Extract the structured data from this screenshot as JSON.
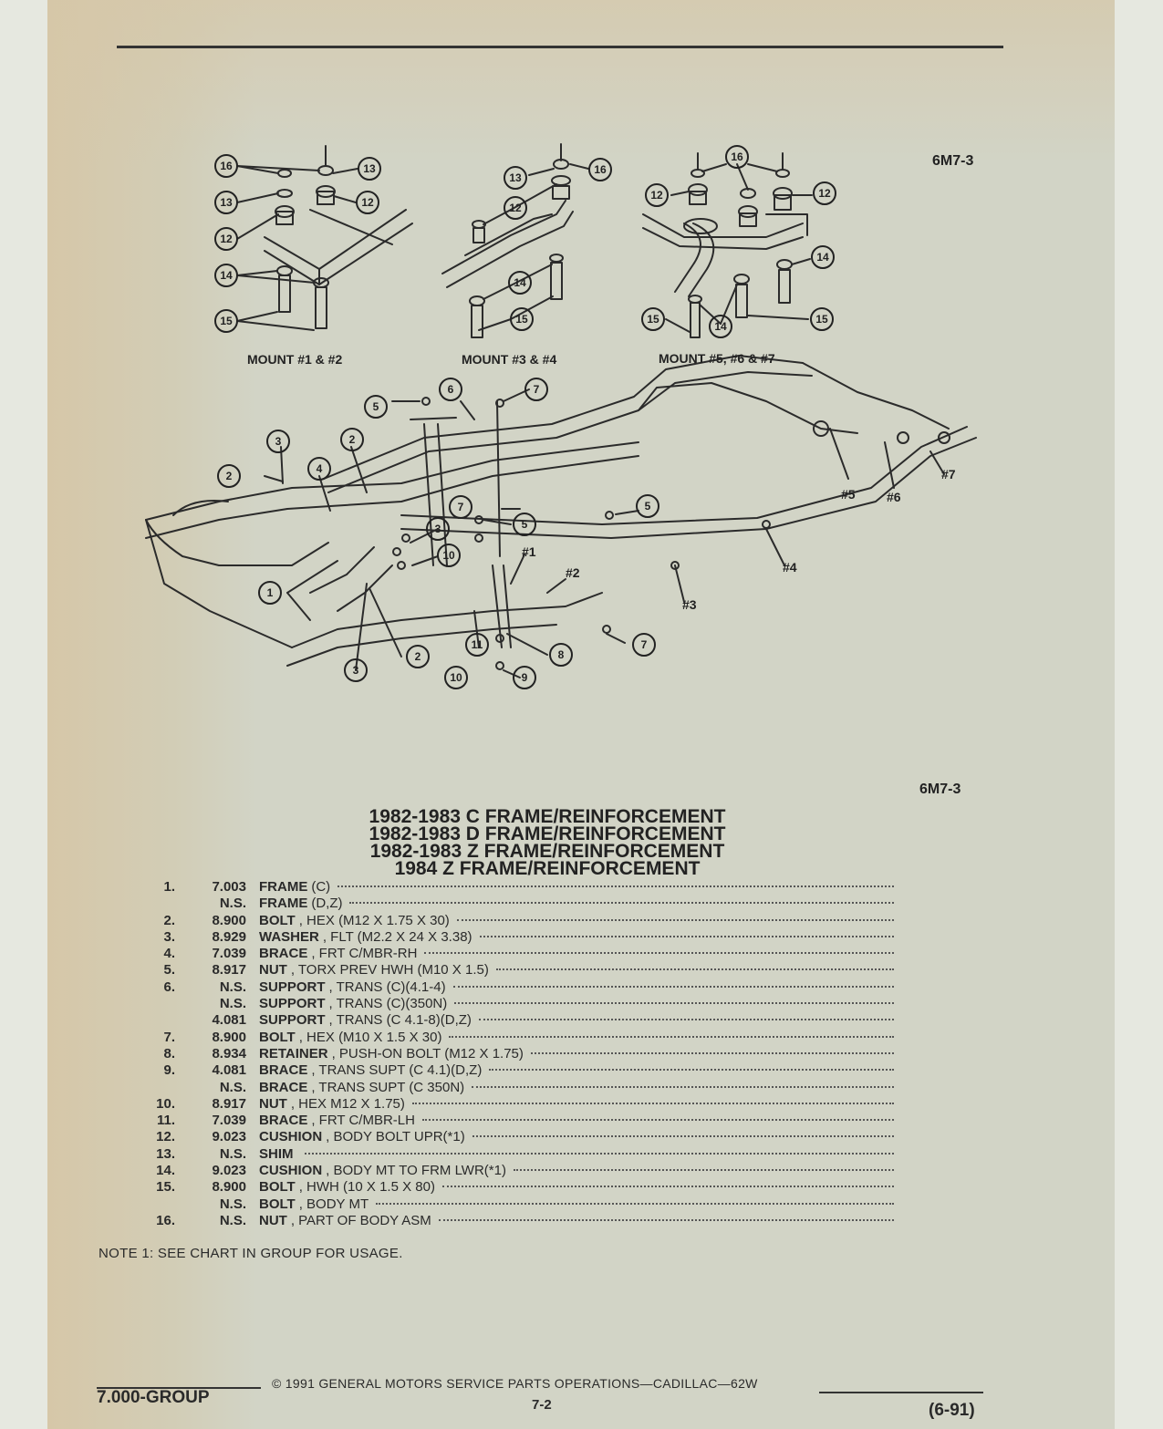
{
  "header": {
    "ref_code_top": "6M7-3",
    "ref_code_bottom": "6M7-3"
  },
  "diagram": {
    "mount_labels": [
      "MOUNT #1 & #2",
      "MOUNT #3 & #4",
      "MOUNT #5, #6 & #7"
    ],
    "mount_position_labels": [
      "#1",
      "#2",
      "#3",
      "#4",
      "#5",
      "#6",
      "#7"
    ]
  },
  "titles": [
    "1982-1983 C FRAME/REINFORCEMENT",
    "1982-1983 D FRAME/REINFORCEMENT",
    "1982-1983 Z FRAME/REINFORCEMENT",
    "1984 Z FRAME/REINFORCEMENT"
  ],
  "parts": [
    {
      "num": "1.",
      "part": "7.003",
      "name": "FRAME",
      "desc": "(C)"
    },
    {
      "num": "",
      "part": "N.S.",
      "name": "FRAME",
      "desc": "(D,Z)"
    },
    {
      "num": "2.",
      "part": "8.900",
      "name": "BOLT",
      "desc": ", HEX (M12 X 1.75 X 30)"
    },
    {
      "num": "3.",
      "part": "8.929",
      "name": "WASHER",
      "desc": ", FLT (M2.2 X 24 X 3.38)"
    },
    {
      "num": "4.",
      "part": "7.039",
      "name": "BRACE",
      "desc": ", FRT C/MBR-RH"
    },
    {
      "num": "5.",
      "part": "8.917",
      "name": "NUT",
      "desc": ", TORX PREV HWH (M10 X 1.5)"
    },
    {
      "num": "6.",
      "part": "N.S.",
      "name": "SUPPORT",
      "desc": ", TRANS (C)(4.1-4)"
    },
    {
      "num": "",
      "part": "N.S.",
      "name": "SUPPORT",
      "desc": ", TRANS (C)(350N)"
    },
    {
      "num": "",
      "part": "4.081",
      "name": "SUPPORT",
      "desc": ", TRANS (C 4.1-8)(D,Z)"
    },
    {
      "num": "7.",
      "part": "8.900",
      "name": "BOLT",
      "desc": ", HEX (M10 X 1.5 X 30)"
    },
    {
      "num": "8.",
      "part": "8.934",
      "name": "RETAINER",
      "desc": ", PUSH-ON BOLT (M12 X 1.75)"
    },
    {
      "num": "9.",
      "part": "4.081",
      "name": "BRACE",
      "desc": ", TRANS SUPT (C 4.1)(D,Z)"
    },
    {
      "num": "",
      "part": "N.S.",
      "name": "BRACE",
      "desc": ", TRANS SUPT (C 350N)"
    },
    {
      "num": "10.",
      "part": "8.917",
      "name": "NUT",
      "desc": ", HEX M12 X 1.75)"
    },
    {
      "num": "11.",
      "part": "7.039",
      "name": "BRACE",
      "desc": ", FRT C/MBR-LH"
    },
    {
      "num": "12.",
      "part": "9.023",
      "name": "CUSHION",
      "desc": ", BODY BOLT UPR(*1)"
    },
    {
      "num": "13.",
      "part": "N.S.",
      "name": "SHIM",
      "desc": ""
    },
    {
      "num": "14.",
      "part": "9.023",
      "name": "CUSHION",
      "desc": ", BODY MT TO FRM LWR(*1)"
    },
    {
      "num": "15.",
      "part": "8.900",
      "name": "BOLT",
      "desc": ", HWH (10 X 1.5 X 80)"
    },
    {
      "num": "",
      "part": "N.S.",
      "name": "BOLT",
      "desc": ", BODY MT"
    },
    {
      "num": "16.",
      "part": "N.S.",
      "name": "NUT",
      "desc": ", PART OF BODY ASM"
    }
  ],
  "note": "NOTE  1:  SEE CHART IN GROUP FOR USAGE.",
  "footer": {
    "copyright": "© 1991  GENERAL MOTORS SERVICE PARTS OPERATIONS—CADILLAC—62W",
    "group": "7.000-GROUP",
    "page": "7-2",
    "date": "(6-91)"
  }
}
